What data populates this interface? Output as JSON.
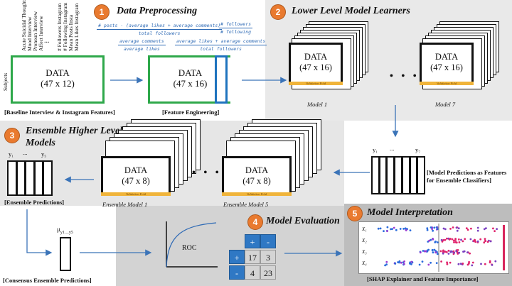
{
  "steps": {
    "s1": {
      "num": "1",
      "title": "Data Preprocessing"
    },
    "s2": {
      "num": "2",
      "title": "Lower Level Model Learners"
    },
    "s3": {
      "num": "3",
      "title": "Ensemble Higher Level\nModels"
    },
    "s4": {
      "num": "4",
      "title": "Model Evaluation"
    },
    "s5": {
      "num": "5",
      "title": "Model Interpretation"
    }
  },
  "features_left": [
    "Acute Suicidal Thoughts",
    "Mood Interview",
    "Pronoun Interview",
    "Affect Interview"
  ],
  "features_dots": "...",
  "features_right": [
    "# Followers Instagram",
    "# Following Instagram",
    "Mean Posts Insta",
    "Mean Likes Instagram"
  ],
  "subjects_label": "Subjects",
  "data_label": "DATA",
  "baseline": {
    "dims": "(47 x 12)",
    "caption": "[Baseline Interview & Instagram Features]"
  },
  "engineered": {
    "dims": "(47 x 16)",
    "caption": "[Feature Engineering]"
  },
  "formulas": {
    "f1_num": "# posts · (average likes + average comments)",
    "f1_den": "total followers",
    "f2_num": "average comments",
    "f2_den": "average likes",
    "f3_num": "average likes + average comments",
    "f3_den": "total followers",
    "f4_num": "# followers",
    "f4_den": "# following"
  },
  "lower": {
    "dims": "(47 x 16)",
    "fold": "Validation Fold",
    "model1": "Model 1",
    "model7": "Model 7"
  },
  "predictions_features": {
    "y_first": "y₁",
    "y_dots": "...",
    "y_last": "y₇",
    "caption_l1": "[Model Predictions  as Features",
    "caption_l2": "for Ensemble Classifiers]"
  },
  "ensemble": {
    "dims": "(47 x 8)",
    "fold": "Validation Fold",
    "model1": "Ensemble Model 1",
    "model5": "Ensemble Model 5"
  },
  "ens_preds": {
    "y_first": "y₁",
    "y_dots": "...",
    "y_last": "y₅",
    "caption": "[Ensemble Predictions]"
  },
  "consensus": {
    "label": "μ",
    "label_sub": "y1....y5",
    "caption": "[Consensus Ensemble Predictions]"
  },
  "roc": {
    "label": "ROC"
  },
  "confusion": {
    "plus": "+",
    "minus": "-",
    "tp": "17",
    "fn": "3",
    "fp": "4",
    "tn": "23"
  },
  "shap": {
    "caption": "[SHAP Explainer and Feature Importance]",
    "rows": [
      "X₁",
      "X₂",
      "X₃",
      "X₄"
    ]
  },
  "ellipsis": "• • •",
  "colors": {
    "green": "#2ea84a",
    "blue": "#1e73be",
    "orange": "#e97a2f",
    "fold": "#f0b43a",
    "panel": "#e6e6e6",
    "panel_dark": "#cfcfcf"
  }
}
